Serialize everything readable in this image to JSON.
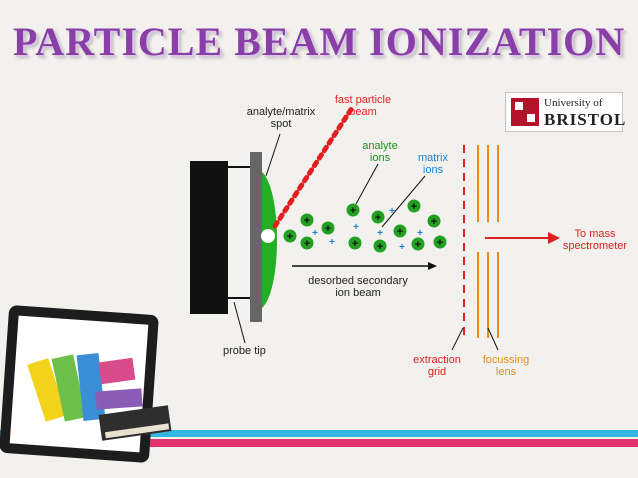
{
  "title": "PARTICLE BEAM IONIZATION",
  "logo": {
    "line1": "University of",
    "line2": "BRISTOL"
  },
  "labels": {
    "spot": "analyte/matrix\nspot",
    "beam": "fast particle\nbeam",
    "analyte_ions": "analyte\nions",
    "matrix_ions": "matrix\nions",
    "secondary": "desorbed secondary\nion beam",
    "probe": "probe tip",
    "grid": "extraction\ngrid",
    "lens": "focussing\nlens",
    "mass": "To mass\nspectrometer"
  },
  "colors": {
    "title": "#8a3fa8",
    "analyte": "#1f8f1f",
    "matrix": "#1f7fd0",
    "beam": "#e02020",
    "lens": "#e98a1a",
    "stripe_cyan": "#35b6e0",
    "stripe_pink": "#e2356f"
  }
}
